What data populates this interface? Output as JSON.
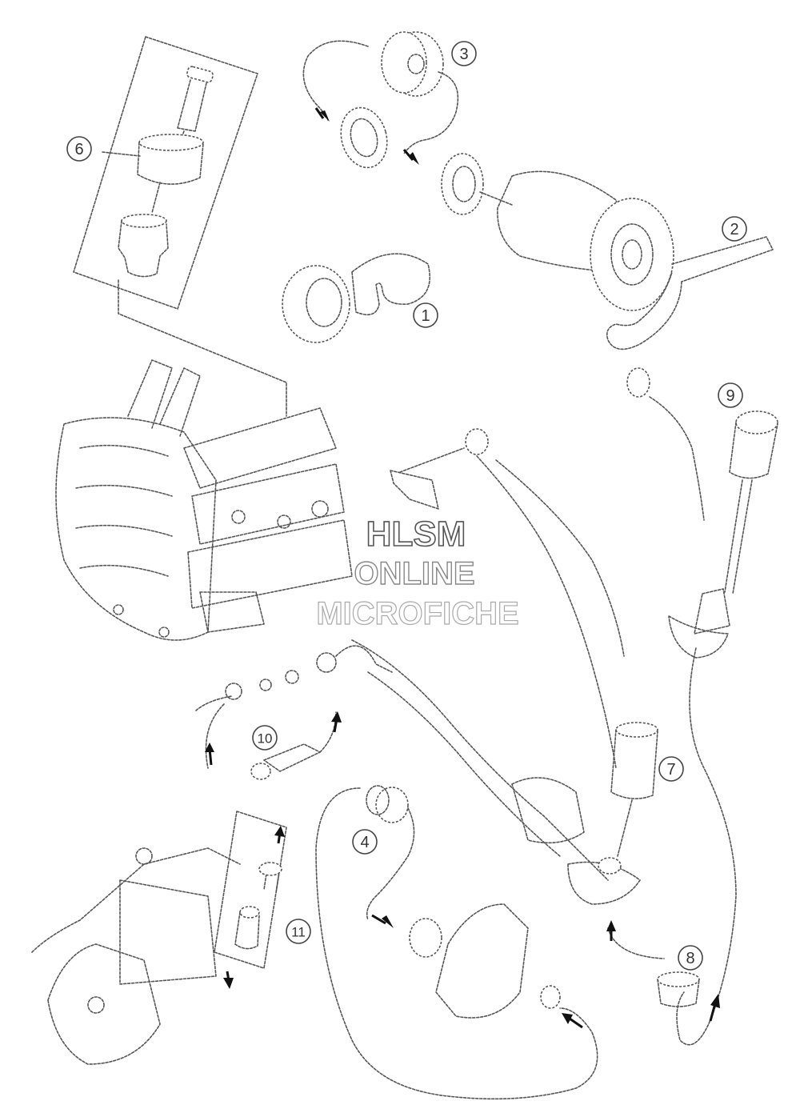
{
  "diagram": {
    "callouts": [
      {
        "id": "tool-1",
        "label": "1"
      },
      {
        "id": "tool-2",
        "label": "2"
      },
      {
        "id": "tool-3",
        "label": "3"
      },
      {
        "id": "tool-4",
        "label": "4"
      },
      {
        "id": "tool-6",
        "label": "6"
      },
      {
        "id": "tool-7",
        "label": "7"
      },
      {
        "id": "tool-8",
        "label": "8"
      },
      {
        "id": "tool-9",
        "label": "9"
      },
      {
        "id": "tool-10",
        "label": "10"
      },
      {
        "id": "tool-11",
        "label": "11"
      }
    ]
  },
  "watermark": {
    "line1": "HLSM",
    "line2": "ONLINE",
    "line3": "MICROFICHE"
  }
}
